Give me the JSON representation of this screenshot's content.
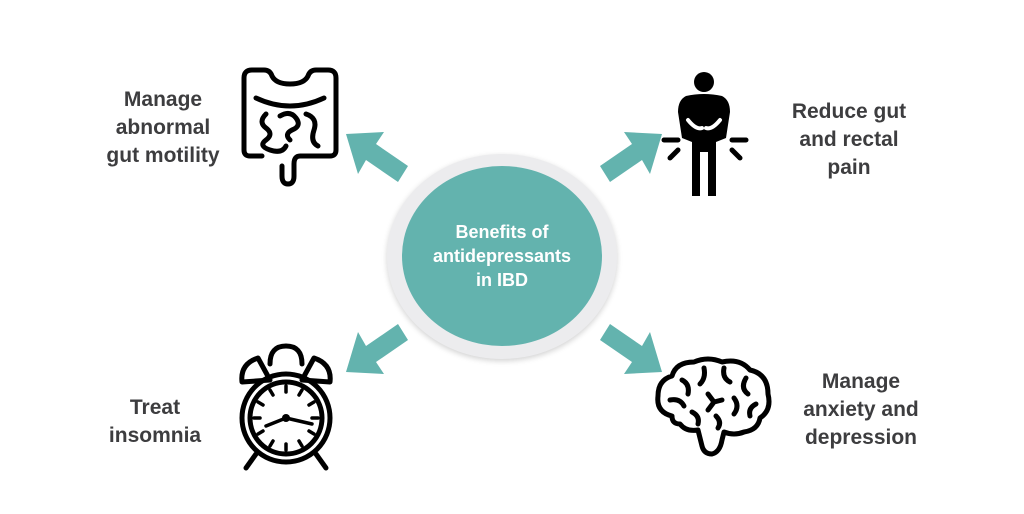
{
  "diagram": {
    "center": {
      "title": "Benefits of\nantidepressants\nin IBD"
    },
    "benefits": [
      {
        "label": "Manage\nabnormal\ngut motility",
        "icon": "intestine-icon",
        "position": "top-left"
      },
      {
        "label": "Reduce gut\nand rectal\npain",
        "icon": "stomach-pain-person-icon",
        "position": "top-right"
      },
      {
        "label": "Treat\ninsomnia",
        "icon": "alarm-clock-icon",
        "position": "bottom-left"
      },
      {
        "label": "Manage\nanxiety and\ndepression",
        "icon": "brain-icon",
        "position": "bottom-right"
      }
    ],
    "colors": {
      "accent": "#63b3ae",
      "hub_ring": "#ececee",
      "text": "#3d3d3f",
      "icon_stroke": "#000000"
    }
  }
}
